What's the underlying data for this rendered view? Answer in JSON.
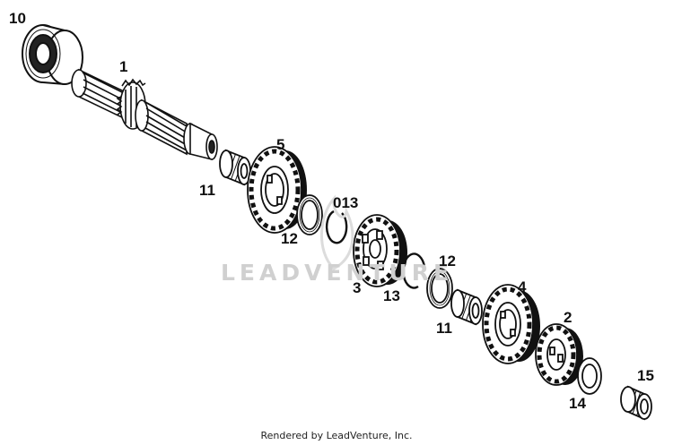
{
  "watermark": "LEADVENTURE",
  "credit": "Rendered by LeadVenture, Inc.",
  "callouts": {
    "p10": "10",
    "p1": "1",
    "p11a": "11",
    "p5": "5",
    "p12a": "12",
    "p013": "013",
    "p3": "3",
    "p13": "13",
    "p12b": "12",
    "p11b": "11",
    "p4": "4",
    "p2": "2",
    "p14": "14",
    "p15": "15"
  }
}
